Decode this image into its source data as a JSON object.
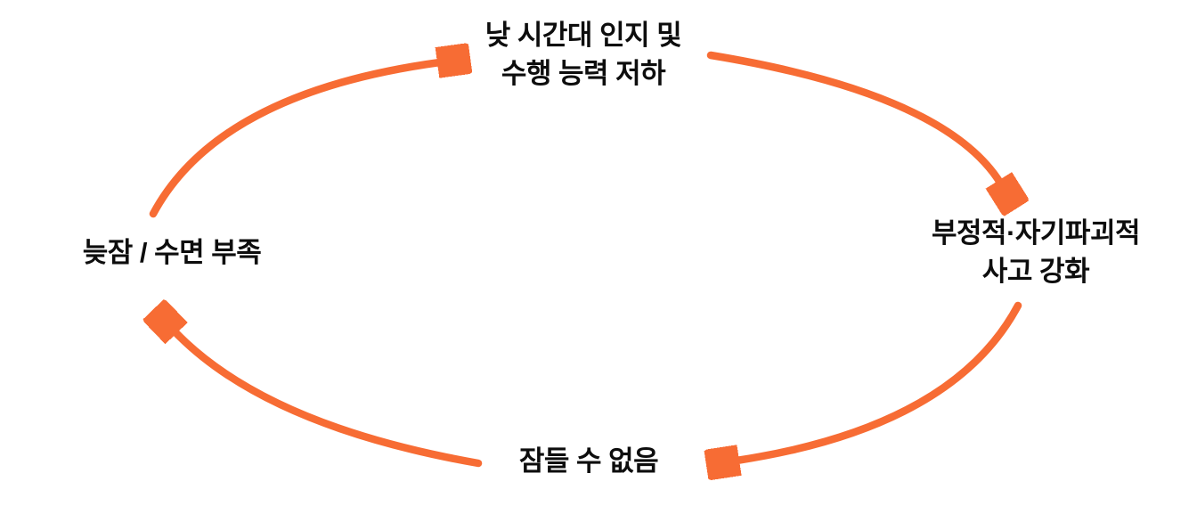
{
  "colors": {
    "background": "#FFFFFF",
    "arrow": "#F76C34",
    "text": "#0D0D0D"
  },
  "nodes": {
    "top": {
      "lines": [
        "낮 시간대 인지 및",
        "수행 능력 저하"
      ]
    },
    "right": {
      "lines": [
        "부정적·자기파괴적",
        "사고 강화"
      ]
    },
    "bottom": {
      "lines": [
        "잠들 수 없음"
      ]
    },
    "left": {
      "lines": [
        "늦잠 / 수면 부족"
      ]
    }
  },
  "arrows": [
    {
      "from": "left",
      "to": "top"
    },
    {
      "from": "top",
      "to": "right"
    },
    {
      "from": "right",
      "to": "bottom"
    },
    {
      "from": "bottom",
      "to": "left"
    }
  ]
}
